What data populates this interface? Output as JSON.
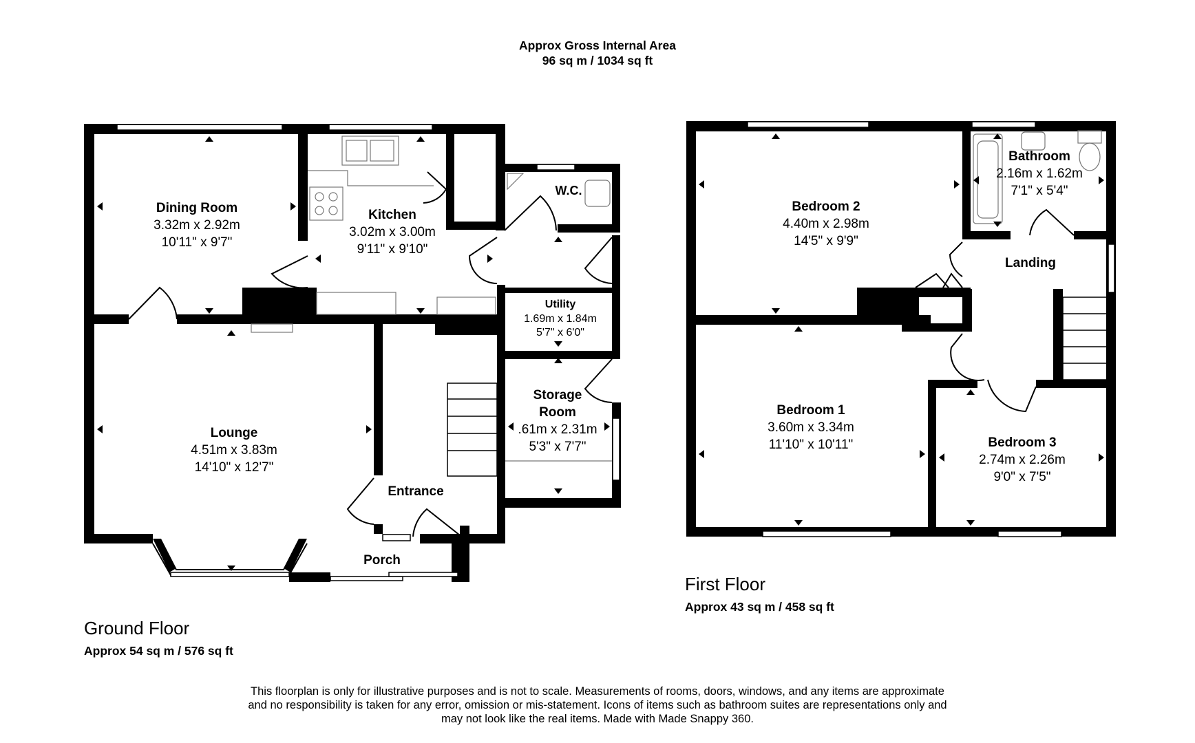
{
  "header": {
    "line1": "Approx Gross Internal Area",
    "line2": "96 sq m / 1034 sq ft"
  },
  "ground_floor": {
    "title": "Ground Floor",
    "area": "Approx 54 sq m / 576 sq ft",
    "rooms": {
      "dining": {
        "name": "Dining Room",
        "metric": "3.32m x 2.92m",
        "imperial": "10'11\" x 9'7\""
      },
      "kitchen": {
        "name": "Kitchen",
        "metric": "3.02m x 3.00m",
        "imperial": "9'11\" x 9'10\""
      },
      "wc": {
        "name": "W.C."
      },
      "utility": {
        "name": "Utility",
        "metric": "1.69m x 1.84m",
        "imperial": "5'7\" x 6'0\""
      },
      "storage": {
        "name1": "Storage",
        "name2": "Room",
        "metric": ".61m x 2.31m",
        "imperial": "5'3\" x 7'7\""
      },
      "lounge": {
        "name": "Lounge",
        "metric": "4.51m x 3.83m",
        "imperial": "14'10\" x 12'7\""
      },
      "entrance": {
        "name": "Entrance"
      },
      "porch": {
        "name": "Porch"
      }
    }
  },
  "first_floor": {
    "title": "First Floor",
    "area": "Approx 43 sq m / 458 sq ft",
    "rooms": {
      "bedroom2": {
        "name": "Bedroom 2",
        "metric": "4.40m x 2.98m",
        "imperial": "14'5\" x 9'9\""
      },
      "bathroom": {
        "name": "Bathroom",
        "metric": "2.16m x 1.62m",
        "imperial": "7'1\" x 5'4\""
      },
      "landing": {
        "name": "Landing"
      },
      "bedroom1": {
        "name": "Bedroom 1",
        "metric": "3.60m x 3.34m",
        "imperial": "11'10\" x 10'11\""
      },
      "bedroom3": {
        "name": "Bedroom 3",
        "metric": "2.74m x 2.26m",
        "imperial": "9'0\" x 7'5\""
      }
    }
  },
  "disclaimer": {
    "line1": "This floorplan is only for illustrative purposes and is not to scale. Measurements of rooms, doors, windows, and any items are approximate",
    "line2": "and no responsibility is taken for any error, omission or mis-statement. Icons of items such as bathroom suites are representations only and",
    "line3": "may not look like the real items. Made with Made Snappy 360."
  }
}
